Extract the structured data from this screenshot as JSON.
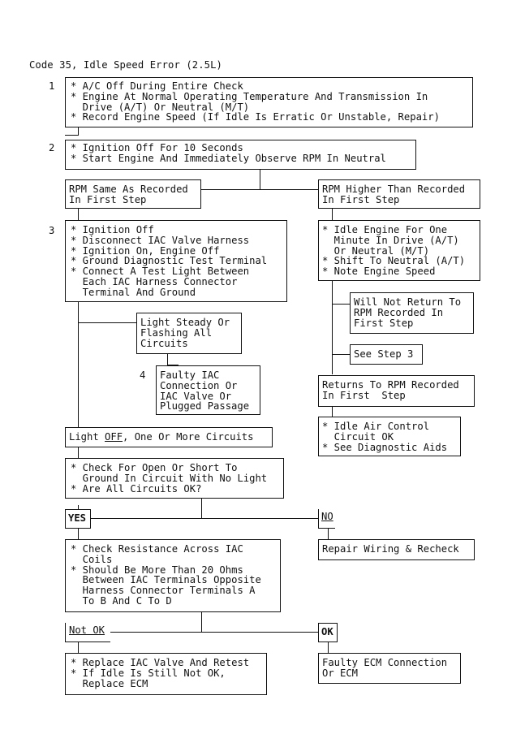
{
  "title": "Code 35, Idle Speed Error (2.5L)",
  "step_numbers": [
    "1",
    "2",
    "3",
    "4"
  ],
  "boxes": {
    "step1": [
      "* A/C Off During Entire Check",
      "* Engine At Normal Operating Temperature And Transmission In",
      "  Drive (A/T) Or Neutral (M/T)",
      "* Record Engine Speed (If Idle Is Erratic Or Unstable, Repair)"
    ],
    "step2": [
      "* Ignition Off For 10 Seconds",
      "* Start Engine And Immediately Observe RPM In Neutral"
    ],
    "rpm_same": [
      "RPM Same As Recorded",
      "In First Step"
    ],
    "rpm_higher": [
      "RPM Higher Than Recorded",
      "In First Step"
    ],
    "step3": [
      "* Ignition Off",
      "* Disconnect IAC Valve Harness",
      "* Ignition On, Engine Off",
      "* Ground Diagnostic Test Terminal",
      "* Connect A Test Light Between",
      "  Each IAC Harness Connector",
      "  Terminal And Ground"
    ],
    "idle_engine": [
      "* Idle Engine For One",
      "  Minute In Drive (A/T)",
      "  Or Neutral (M/T)",
      "* Shift To Neutral (A/T)",
      "* Note Engine Speed"
    ],
    "will_not_return": [
      "Will Not Return To",
      "RPM Recorded In",
      "First Step"
    ],
    "see_step3": [
      "See Step 3"
    ],
    "light_steady": [
      "Light Steady Or",
      "Flashing All",
      "Circuits"
    ],
    "faulty_iac": [
      "Faulty IAC",
      "Connection Or",
      "IAC Valve Or",
      "Plugged Passage"
    ],
    "returns_rpm": [
      "Returns To RPM Recorded",
      "In First  Step"
    ],
    "idle_air_ok": [
      "* Idle Air Control",
      "  Circuit OK",
      "* See Diagnostic Aids"
    ],
    "light_off": {
      "pre": "Light ",
      "u": "OFF",
      "post": ", One Or More Circuits"
    },
    "check_open": [
      "* Check For Open Or Short To",
      "  Ground In Circuit With No Light",
      "* Are All Circuits OK?"
    ],
    "yes": "YES",
    "no": "NO",
    "repair_wiring": [
      "Repair Wiring & Recheck"
    ],
    "check_resistance": [
      "* Check Resistance Across IAC",
      "  Coils",
      "* Should Be More Than 20 Ohms",
      "  Between IAC Terminals Opposite",
      "  Harness Connector Terminals A",
      "  To B And C To D"
    ],
    "not_ok": "Not OK",
    "ok": "OK",
    "replace_iac": [
      "* Replace IAC Valve And Retest",
      "* If Idle Is Still Not OK,",
      "  Replace ECM"
    ],
    "faulty_ecm": [
      "Faulty ECM Connection",
      "Or ECM"
    ]
  }
}
